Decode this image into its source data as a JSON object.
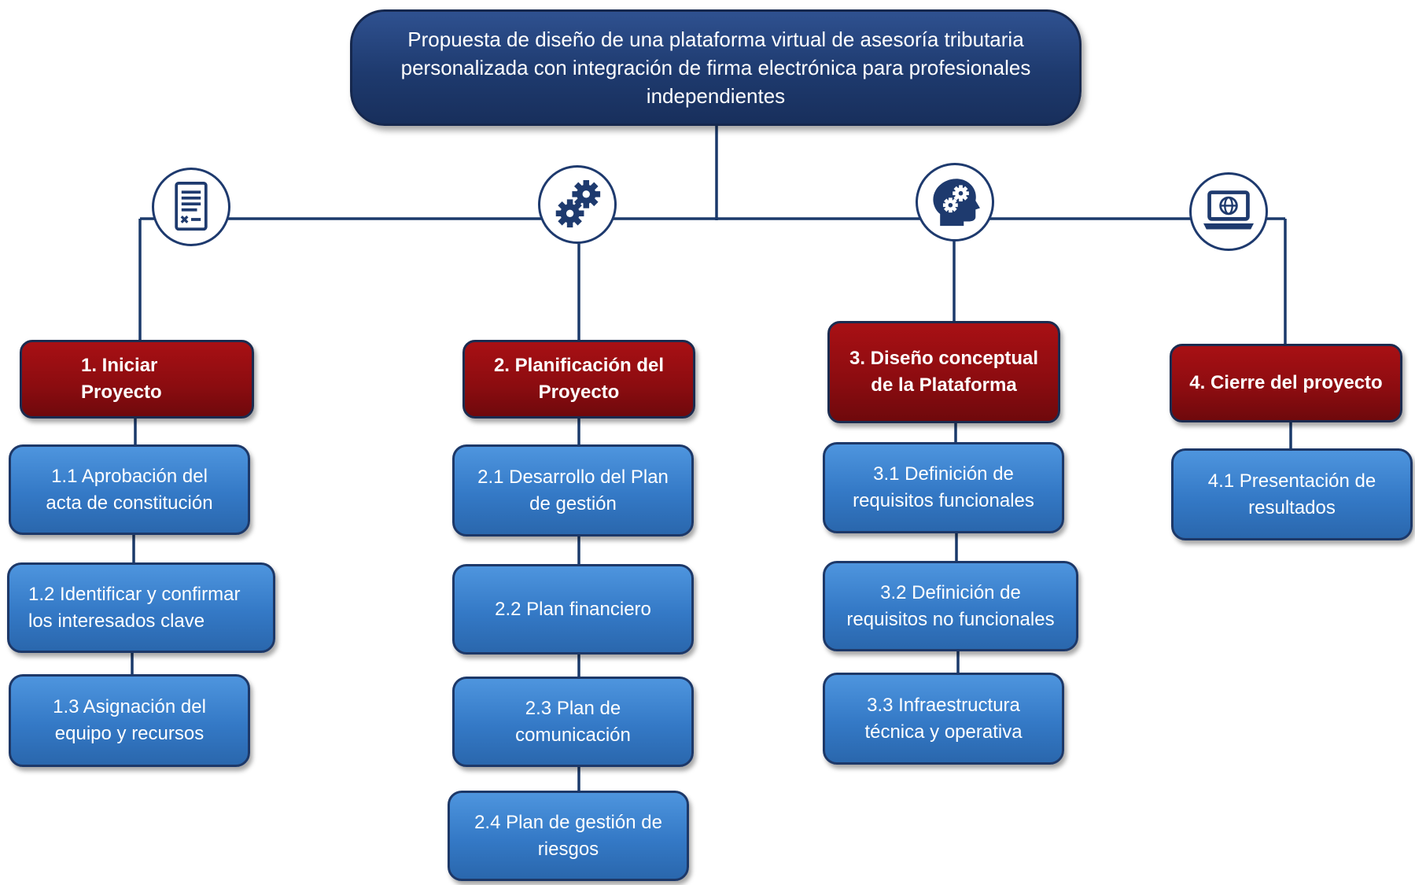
{
  "root": {
    "title": "Propuesta de diseño de una plataforma virtual de asesoría tributaria\npersonalizada con integración de firma electrónica para profesionales\nindependientes"
  },
  "phases": [
    {
      "label": "1.     Iniciar\nProyecto",
      "icon": "document-icon",
      "tasks": [
        "1.1 Aprobación del\nacta de constitución",
        "1.2 Identificar y confirmar\nlos interesados clave",
        "1.3 Asignación del\nequipo y recursos"
      ]
    },
    {
      "label": "2. Planificación del\nProyecto",
      "icon": "gears-icon",
      "tasks": [
        "2.1 Desarrollo del Plan\nde gestión",
        "2.2 Plan financiero",
        "2.3 Plan de\ncomunicación",
        "2.4 Plan de gestión de\nriesgos"
      ]
    },
    {
      "label": "3. Diseño conceptual\nde la Plataforma",
      "icon": "head-gears-icon",
      "tasks": [
        "3.1 Definición de\nrequisitos funcionales",
        "3.2 Definición de\nrequisitos no funcionales",
        "3.3 Infraestructura\ntécnica y operativa"
      ]
    },
    {
      "label": "4. Cierre del proyecto",
      "icon": "laptop-globe-icon",
      "tasks": [
        "4.1 Presentación de\nresultados"
      ]
    }
  ],
  "colors": {
    "navy": "#1e3a6e",
    "phase_red": "#8b0c10",
    "task_blue": "#3479c6",
    "line": "#1b3a6b"
  }
}
